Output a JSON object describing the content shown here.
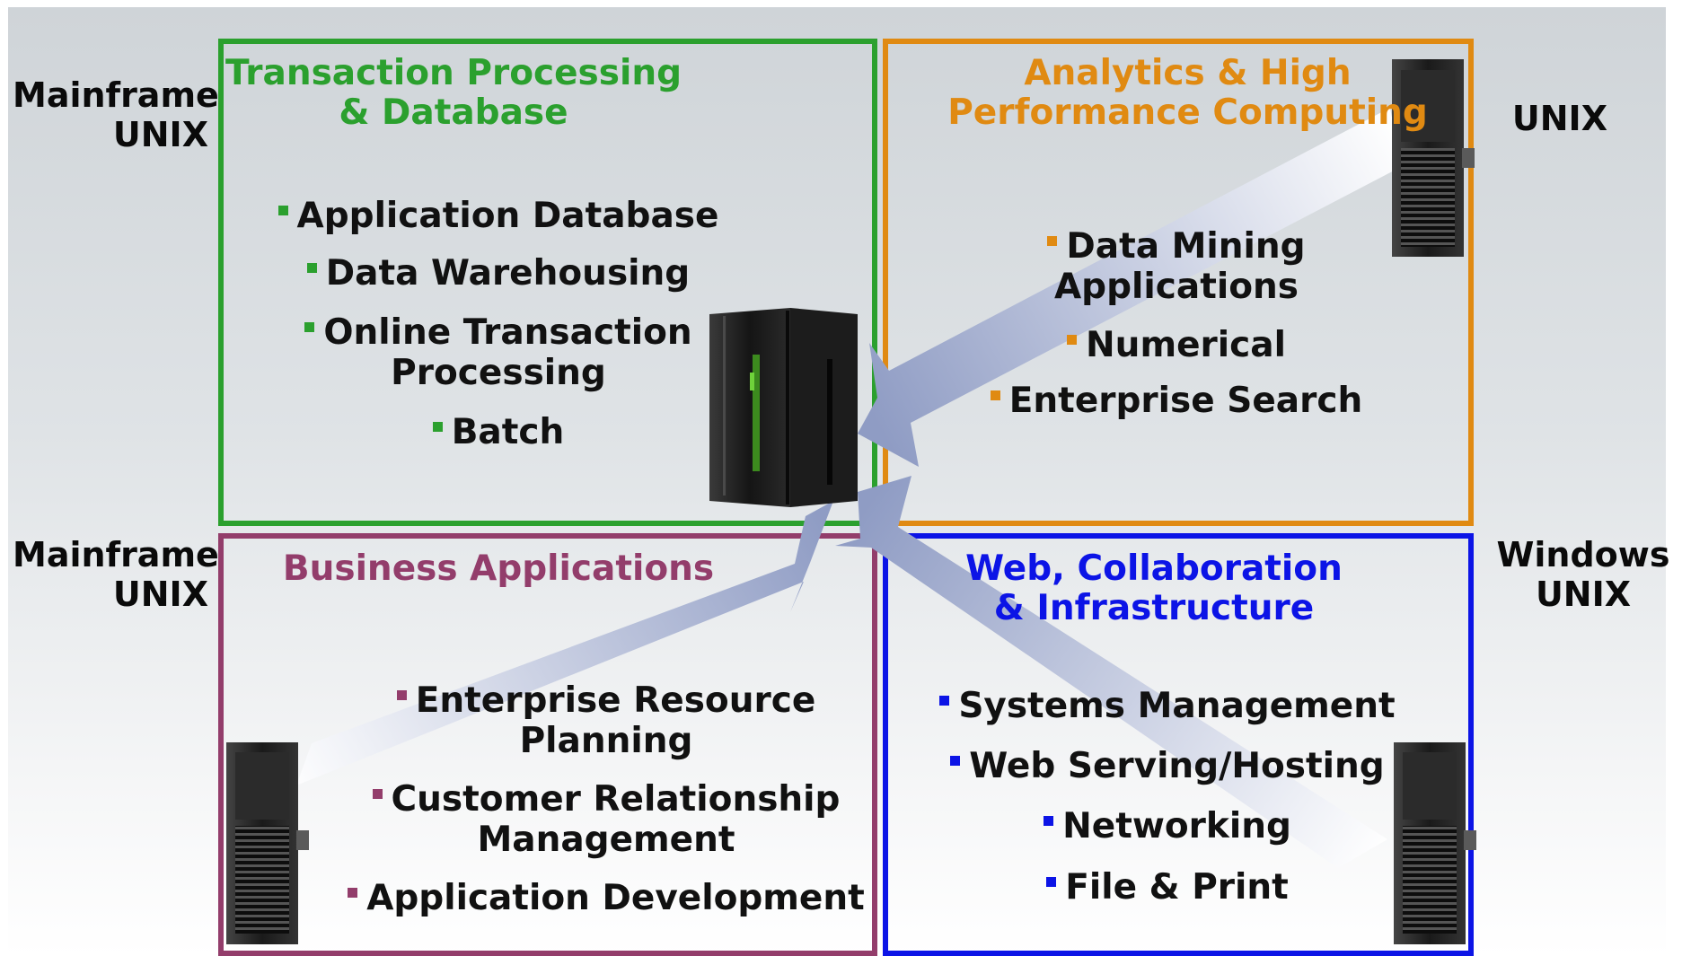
{
  "colors": {
    "transaction": "#2ba02e",
    "analytics": "#e08a12",
    "business": "#933d6b",
    "web": "#0c14e6",
    "arrow": "#8f9cc4"
  },
  "side_labels": {
    "top_left": "Mainframe\nUNIX",
    "top_right": "UNIX",
    "bottom_left": "Mainframe\nUNIX",
    "bottom_right": "Windows\nUNIX"
  },
  "quadrants": {
    "transaction": {
      "title": "Transaction Processing\n& Database",
      "items": [
        "Application Database",
        "Data Warehousing",
        "Online Transaction\nProcessing",
        "Batch"
      ]
    },
    "analytics": {
      "title": "Analytics & High\nPerformance Computing",
      "items": [
        "Data Mining\nApplications",
        "Numerical",
        "Enterprise Search"
      ]
    },
    "business": {
      "title": "Business Applications",
      "items": [
        "Enterprise Resource\nPlanning",
        "Customer Relationship\nManagement",
        "Application Development"
      ]
    },
    "web": {
      "title": "Web, Collaboration\n& Infrastructure",
      "items": [
        "Systems Management",
        "Web Serving/Hosting",
        "Networking",
        "File & Print"
      ]
    }
  },
  "icons": {
    "mainframe": "mainframe-server-icon",
    "rack": "rack-server-icon"
  }
}
